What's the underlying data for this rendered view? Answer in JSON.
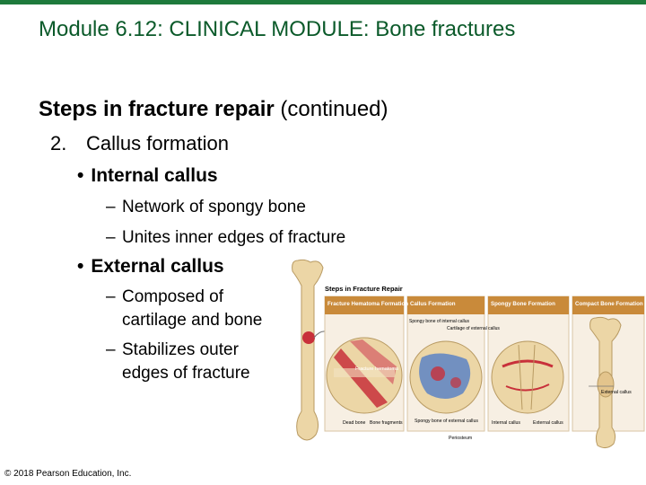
{
  "slide": {
    "title": "Module 6.12: CLINICAL MODULE: Bone fractures",
    "heading_bold": "Steps in fracture repair",
    "heading_normal": " (continued)",
    "step_number": "2.",
    "step_text": "Callus formation",
    "internal": {
      "label": "Internal callus",
      "points": [
        "Network of spongy bone",
        "Unites inner edges of fracture"
      ]
    },
    "external": {
      "label": "External callus",
      "points": [
        [
          "Composed of",
          "cartilage and bone"
        ],
        [
          "Stabilizes outer",
          "edges of fracture"
        ]
      ]
    },
    "copyright": "© 2018 Pearson Education, Inc."
  },
  "figure": {
    "title": "Steps in Fracture Repair",
    "panels": [
      "Fracture Hematoma Formation",
      "Callus Formation",
      "Spongy Bone Formation",
      "Compact Bone Formation"
    ],
    "labels": {
      "fracture_hematoma": "Fracture hematoma",
      "spongy_internal": "Spongy bone of internal callus",
      "cartilage_external": "Cartilage of external callus",
      "dead_bone": "Dead bone",
      "bone_fragments": "Bone fragments",
      "spongy_external": "Spongy bone of external callus",
      "periosteum": "Periosteum",
      "internal_callus": "Internal callus",
      "external_callus": "External callus",
      "external_callus_right": "External callus"
    },
    "colors": {
      "panel_header": "#c98a3a",
      "bone": "#ecd6a6",
      "hematoma": "#c8303a",
      "cartilage": "#4a78c8"
    }
  }
}
